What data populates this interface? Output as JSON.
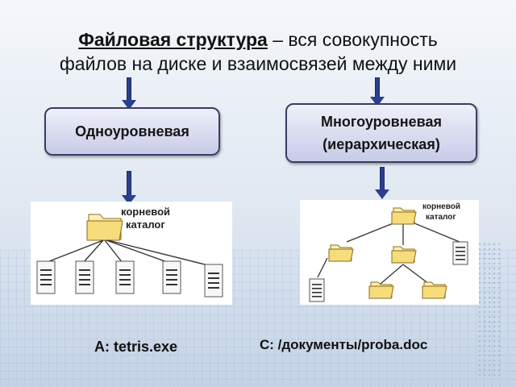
{
  "title": {
    "term": "Файловая структура",
    "rest": " – вся совокупность",
    "line2": "файлов на диске и взаимосвязей между ними"
  },
  "boxes": {
    "single": "Одноуровневая",
    "multi_line1": "Многоуровневая",
    "multi_line2": "(иерархическая)"
  },
  "diagrams": {
    "root_label_line1": "корневой",
    "root_label_line2": "каталог"
  },
  "examples": {
    "single_path": "A: tetris.exe",
    "multi_path": "C: /документы/proba.doc"
  }
}
